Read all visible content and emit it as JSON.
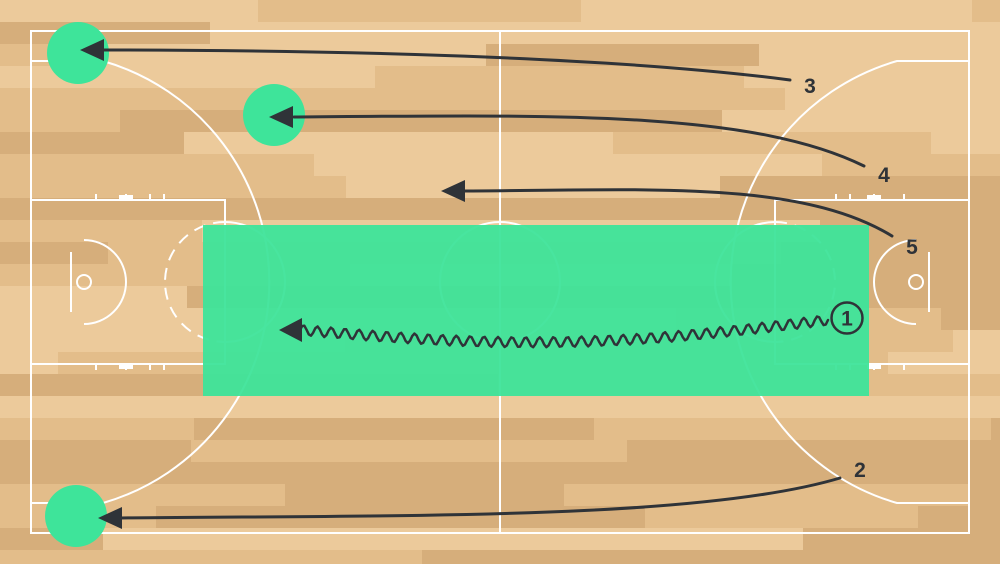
{
  "colors": {
    "wood_base": "#e3bd8a",
    "wood_light": "#ecca9b",
    "wood_dark": "#d6ae7b",
    "lines": "#ffffff",
    "highlight": "#3ee49a",
    "arrows": "#2f3338"
  },
  "players": [
    {
      "id": "1",
      "label": "1",
      "circled": true,
      "action": "dribble"
    },
    {
      "id": "2",
      "label": "2",
      "circled": false,
      "action": "cut"
    },
    {
      "id": "3",
      "label": "3",
      "circled": false,
      "action": "cut"
    },
    {
      "id": "4",
      "label": "4",
      "circled": false,
      "action": "cut"
    },
    {
      "id": "5",
      "label": "5",
      "circled": false,
      "action": "cut"
    }
  ],
  "target_spots_count": 3,
  "highlight_zone": "lane"
}
